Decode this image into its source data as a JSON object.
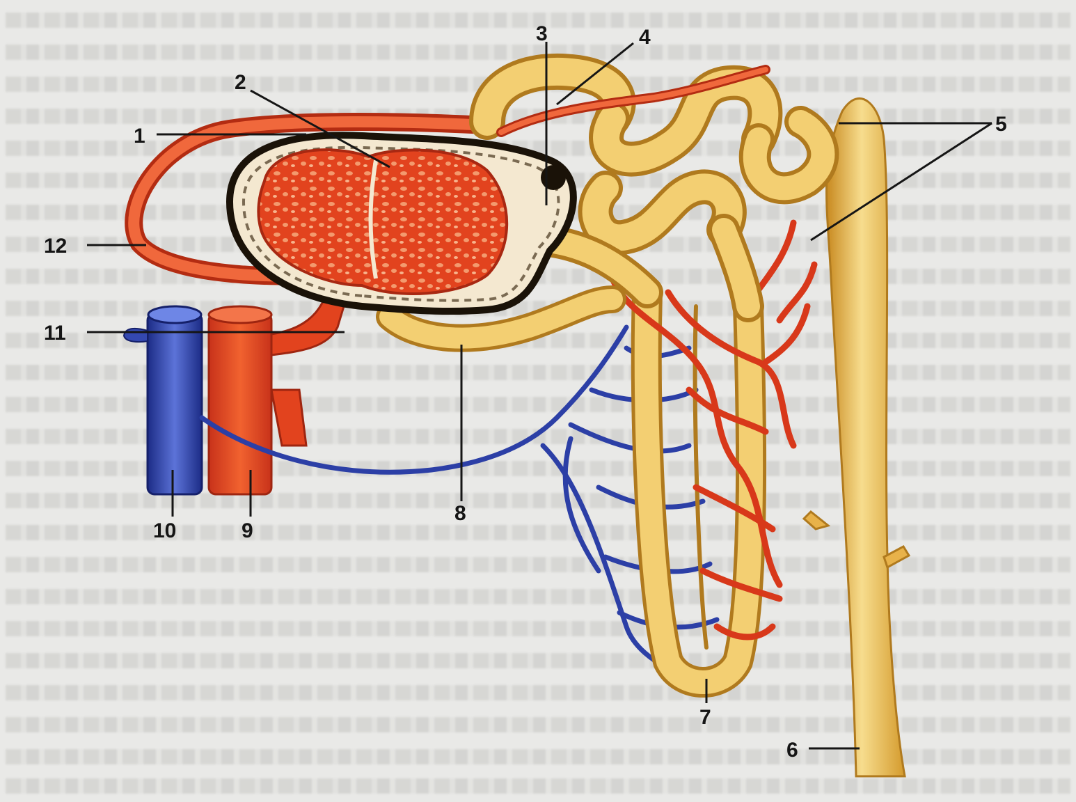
{
  "labels": {
    "l1": "1",
    "l2": "2",
    "l3": "3",
    "l4": "4",
    "l5": "5",
    "l6": "6",
    "l7": "7",
    "l8": "8",
    "l9": "9",
    "l10": "10",
    "l11": "11",
    "l12": "12"
  },
  "colors": {
    "page_background": "#e9e9e7",
    "scan_text": "#c9c9c6",
    "tubule": "#e8b24a",
    "tubule_light": "#f7dd8e",
    "tubule_outline": "#b07a1e",
    "artery": "#e2431e",
    "artery_dark": "#b32c12",
    "vein": "#2c3fa6",
    "vein_light": "#5c73d8",
    "capsule_dark": "#1a1208",
    "label_text": "#151515"
  }
}
